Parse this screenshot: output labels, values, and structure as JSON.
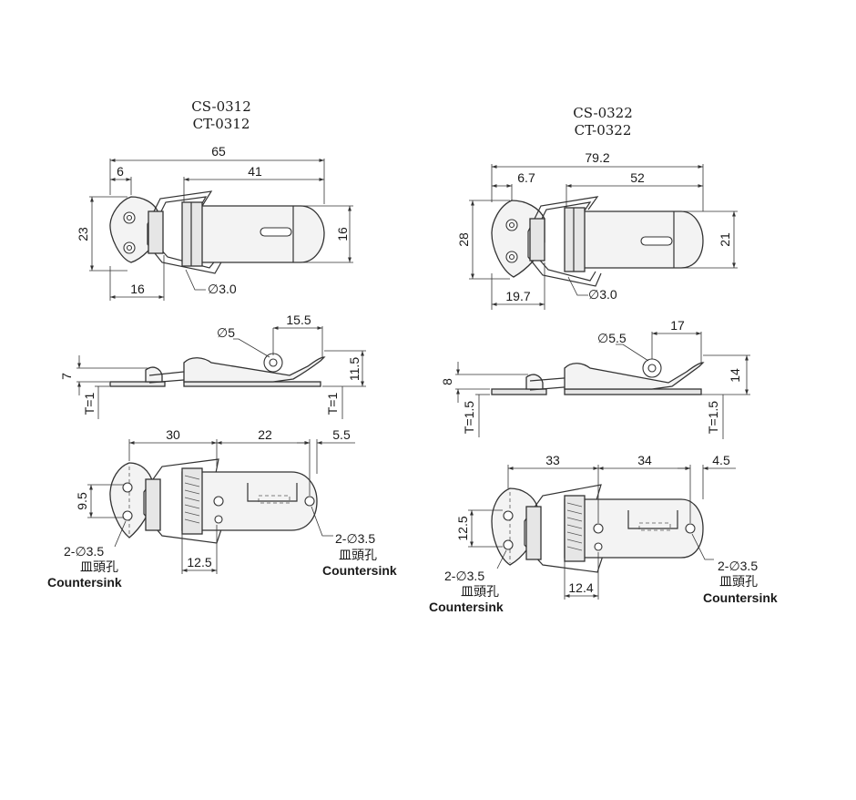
{
  "models": [
    {
      "id": "left",
      "codes": [
        "CS-0312",
        "CT-0312"
      ],
      "top_dims": {
        "overall": "65",
        "hasp_len": "41",
        "plate_offset": "6",
        "height": "23",
        "hasp_width": "16",
        "plate_width": "16",
        "pin": "∅3.0"
      },
      "side_dims": {
        "hole": "∅5",
        "hole_offset": "15.5",
        "base_height": "7",
        "total_height": "11.5",
        "thickness_left": "T=1",
        "thickness_right": "T=1"
      },
      "bottom_dims": {
        "span_a": "30",
        "span_b": "22",
        "edge": "5.5",
        "hole_pitch": "9.5",
        "hinge": "12.5"
      },
      "notes": {
        "left_holes": {
          "count": "2-∅3.5",
          "label": "Countersink"
        },
        "right_holes": {
          "count": "2-∅3.5",
          "cn": "皿頭孔",
          "label": "Countersink"
        }
      }
    },
    {
      "id": "right",
      "codes": [
        "CS-0322",
        "CT-0322"
      ],
      "top_dims": {
        "overall": "79.2",
        "hasp_len": "52",
        "plate_offset": "6.7",
        "height": "28",
        "hasp_width": "21",
        "plate_width": "19.7",
        "pin": "∅3.0"
      },
      "side_dims": {
        "hole": "∅5.5",
        "hole_offset": "17",
        "base_height": "8",
        "total_height": "14",
        "thickness_left": "T=1.5",
        "thickness_right": "T=1.5"
      },
      "bottom_dims": {
        "span_a": "33",
        "span_b": "34",
        "edge": "4.5",
        "hole_pitch": "12.5",
        "hinge": "12.4"
      },
      "notes": {
        "left_holes": {
          "count": "2-∅3.5",
          "cn": "皿頭孔",
          "label": "Countersink"
        },
        "right_holes": {
          "count": "2-∅3.5",
          "cn": "皿頭孔",
          "label": "Countersink"
        }
      }
    }
  ],
  "left_model_cn_label": "皿頭孔"
}
